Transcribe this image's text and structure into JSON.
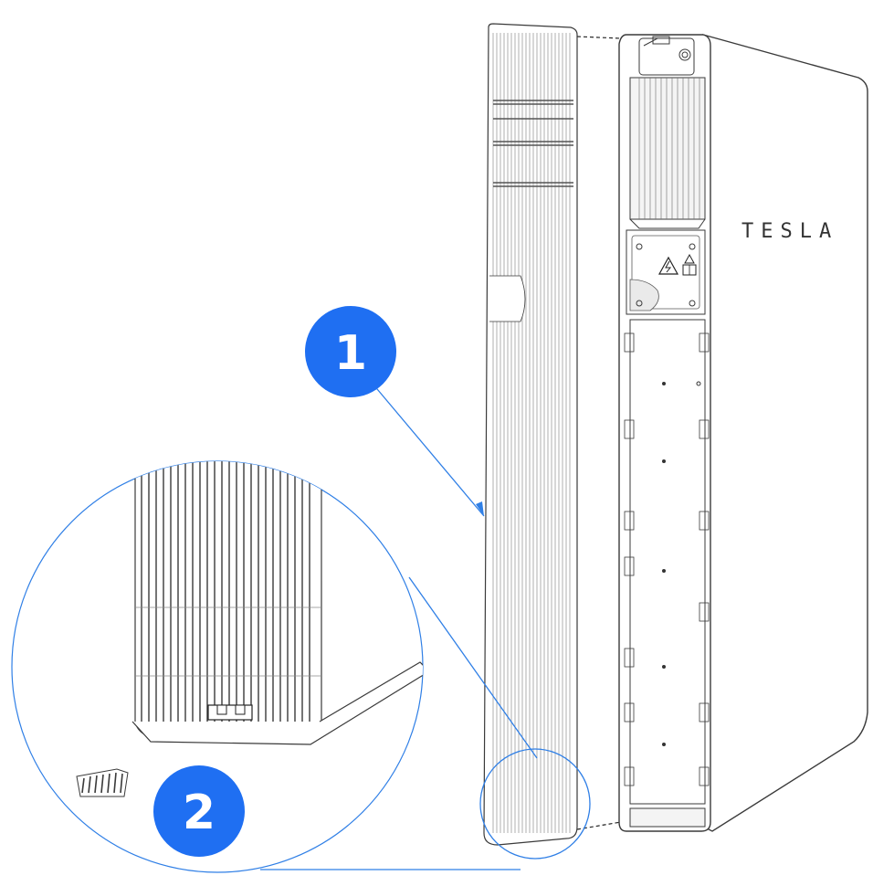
{
  "figure": {
    "brand_text": "TESLA",
    "callouts": [
      {
        "label": "1",
        "target": "side-cover-panel"
      },
      {
        "label": "2",
        "target": "cover-clip-detail"
      }
    ]
  },
  "colors": {
    "callout": "#1f6ff2",
    "leader_line": "#2f7fe6",
    "line_art": "#3a3a3a",
    "background": "#ffffff"
  },
  "icons": [
    "electrical-hazard-icon",
    "warning-manual-icon"
  ]
}
